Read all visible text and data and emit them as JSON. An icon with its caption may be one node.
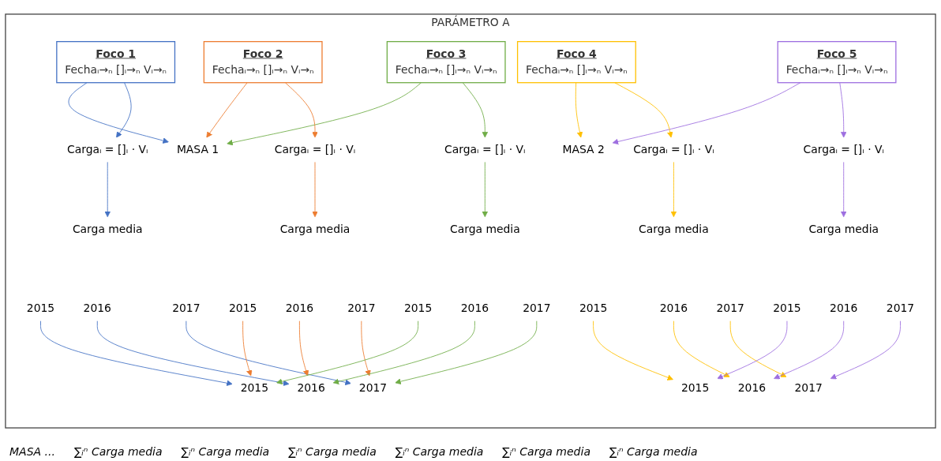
{
  "diagram": {
    "nodes": [
      {
        "text": [
          "PARÁMETRO A"
        ]
      },
      {
        "text": [
          "MASA 1"
        ],
        "in": 0
      },
      {
        "text": [
          "MASA 2"
        ],
        "in": 0
      },
      {
        "text": [
          "Foco 1",
          "Fechaᵢ→ₙ []ᵢ→ₙ Vᵢ→ₙ"
        ],
        "in": 0
      },
      {
        "text": [
          "Foco 2",
          "Fechaᵢ→ₙ []ᵢ→ₙ Vᵢ→ₙ"
        ],
        "in": 0
      },
      {
        "text": [
          "Foco 3",
          "Fechaᵢ→ₙ []ᵢ→ₙ Vᵢ→ₙ"
        ],
        "in": 0
      },
      {
        "text": [
          "Foco 4",
          "Fechaᵢ→ₙ []ᵢ→ₙ Vᵢ→ₙ"
        ],
        "in": 0
      },
      {
        "text": [
          "Foco 5",
          "Fechaᵢ→ₙ []ᵢ→ₙ Vᵢ→ₙ"
        ],
        "in": 0
      },
      {
        "text": [
          "Cargaᵢ = []ᵢ · Vᵢ"
        ],
        "in": 0
      },
      {
        "text": [
          "Cargaᵢ = []ᵢ · Vᵢ"
        ],
        "in": 0
      },
      {
        "text": [
          "Cargaᵢ = []ᵢ · Vᵢ"
        ],
        "in": 0
      },
      {
        "text": [
          "Cargaᵢ = []ᵢ · Vᵢ"
        ],
        "in": 0
      },
      {
        "text": [
          "Cargaᵢ = []ᵢ · Vᵢ"
        ],
        "in": 0
      },
      {
        "text": [
          "Carga media"
        ],
        "in": 0
      },
      {
        "text": [
          "Carga media"
        ],
        "in": 0
      },
      {
        "text": [
          "Carga media"
        ],
        "in": 0
      },
      {
        "text": [
          "Carga media"
        ],
        "in": 0
      },
      {
        "text": [
          "Carga media"
        ],
        "in": 0
      },
      {
        "text": [
          "2015"
        ],
        "in": 0
      },
      {
        "text": [
          "2016"
        ],
        "in": 0
      },
      {
        "text": [
          "2017"
        ],
        "in": 0
      },
      {
        "text": [
          "2015"
        ],
        "in": 0
      },
      {
        "text": [
          "2016"
        ],
        "in": 0
      },
      {
        "text": [
          "2017"
        ],
        "in": 0
      },
      {
        "text": [
          "2015"
        ],
        "in": 0
      },
      {
        "text": [
          "2016"
        ],
        "in": 0
      },
      {
        "text": [
          "2017"
        ],
        "in": 0
      },
      {
        "text": [
          "2015"
        ],
        "in": 0
      },
      {
        "text": [
          "2016"
        ],
        "in": 0
      },
      {
        "text": [
          "2017"
        ],
        "in": 0
      },
      {
        "text": [
          "2015"
        ],
        "in": 0
      },
      {
        "text": [
          "2016"
        ],
        "in": 0
      },
      {
        "text": [
          "2017"
        ],
        "in": 0
      },
      {
        "text": [
          "2015"
        ],
        "in": 0
      },
      {
        "text": [
          "2016"
        ],
        "in": 0
      },
      {
        "text": [
          "2017"
        ],
        "in": 0
      },
      {
        "text": [
          "2015"
        ],
        "in": 0
      },
      {
        "text": [
          "2016"
        ],
        "in": 0
      },
      {
        "text": [
          "2017"
        ],
        "in": 0
      }
    ],
    "edges": [
      {
        "from": 3,
        "to": 1,
        "arrow": "to",
        "color": "#4472c4"
      },
      {
        "from": 4,
        "to": 1,
        "arrow": "to",
        "color": "#ed7d31"
      },
      {
        "from": 5,
        "to": 1,
        "arrow": "to",
        "color": "#70ad47"
      },
      {
        "from": 6,
        "to": 2,
        "arrow": "to",
        "color": "#ffc000"
      },
      {
        "from": 7,
        "to": 2,
        "arrow": "to",
        "color": "#9e6fe0"
      },
      {
        "from": 3,
        "to": 8,
        "arrow": "to",
        "color": "#4472c4"
      },
      {
        "from": 4,
        "to": 9,
        "arrow": "to",
        "color": "#ed7d31"
      },
      {
        "from": 5,
        "to": 10,
        "arrow": "to",
        "color": "#70ad47"
      },
      {
        "from": 6,
        "to": 11,
        "arrow": "to",
        "color": "#ffc000"
      },
      {
        "from": 7,
        "to": 12,
        "arrow": "to",
        "color": "#9e6fe0"
      },
      {
        "from": 8,
        "to": 13,
        "arrow": "to",
        "color": "#4472c4"
      },
      {
        "from": 9,
        "to": 14,
        "arrow": "to",
        "color": "#ed7d31"
      },
      {
        "from": 10,
        "to": 15,
        "arrow": "to",
        "color": "#70ad47"
      },
      {
        "from": 11,
        "to": 16,
        "arrow": "to",
        "color": "#ffc000"
      },
      {
        "from": 12,
        "to": 17,
        "arrow": "to",
        "color": "#9e6fe0"
      },
      {
        "from": 18,
        "to": 33,
        "arrow": "to",
        "color": "#4472c4"
      },
      {
        "from": 19,
        "to": 34,
        "arrow": "to",
        "color": "#4472c4"
      },
      {
        "from": 20,
        "to": 35,
        "arrow": "to",
        "color": "#4472c4"
      },
      {
        "from": 21,
        "to": 33,
        "arrow": "to",
        "color": "#ed7d31"
      },
      {
        "from": 22,
        "to": 34,
        "arrow": "to",
        "color": "#ed7d31"
      },
      {
        "from": 23,
        "to": 35,
        "arrow": "to",
        "color": "#ed7d31"
      },
      {
        "from": 24,
        "to": 33,
        "arrow": "to",
        "color": "#70ad47"
      },
      {
        "from": 25,
        "to": 34,
        "arrow": "to",
        "color": "#70ad47"
      },
      {
        "from": 26,
        "to": 35,
        "arrow": "to",
        "color": "#70ad47"
      },
      {
        "from": 27,
        "to": 36,
        "arrow": "to",
        "color": "#ffc000"
      },
      {
        "from": 28,
        "to": 37,
        "arrow": "to",
        "color": "#ffc000"
      },
      {
        "from": 29,
        "to": 38,
        "arrow": "to",
        "color": "#ffc000"
      },
      {
        "from": 30,
        "to": 36,
        "arrow": "to",
        "color": "#9e6fe0"
      },
      {
        "from": 31,
        "to": 37,
        "arrow": "to",
        "color": "#9e6fe0"
      },
      {
        "from": 32,
        "to": 38,
        "arrow": "to",
        "color": "#9e6fe0"
      }
    ],
    "labels": [
      "MASA ...",
      "∑ᵢⁿ Carga media",
      "∑ᵢⁿ Carga media",
      "∑ᵢⁿ Carga media",
      "∑ᵢⁿ Carga media",
      "∑ᵢⁿ Carga media",
      "∑ᵢⁿ Carga media"
    ]
  }
}
